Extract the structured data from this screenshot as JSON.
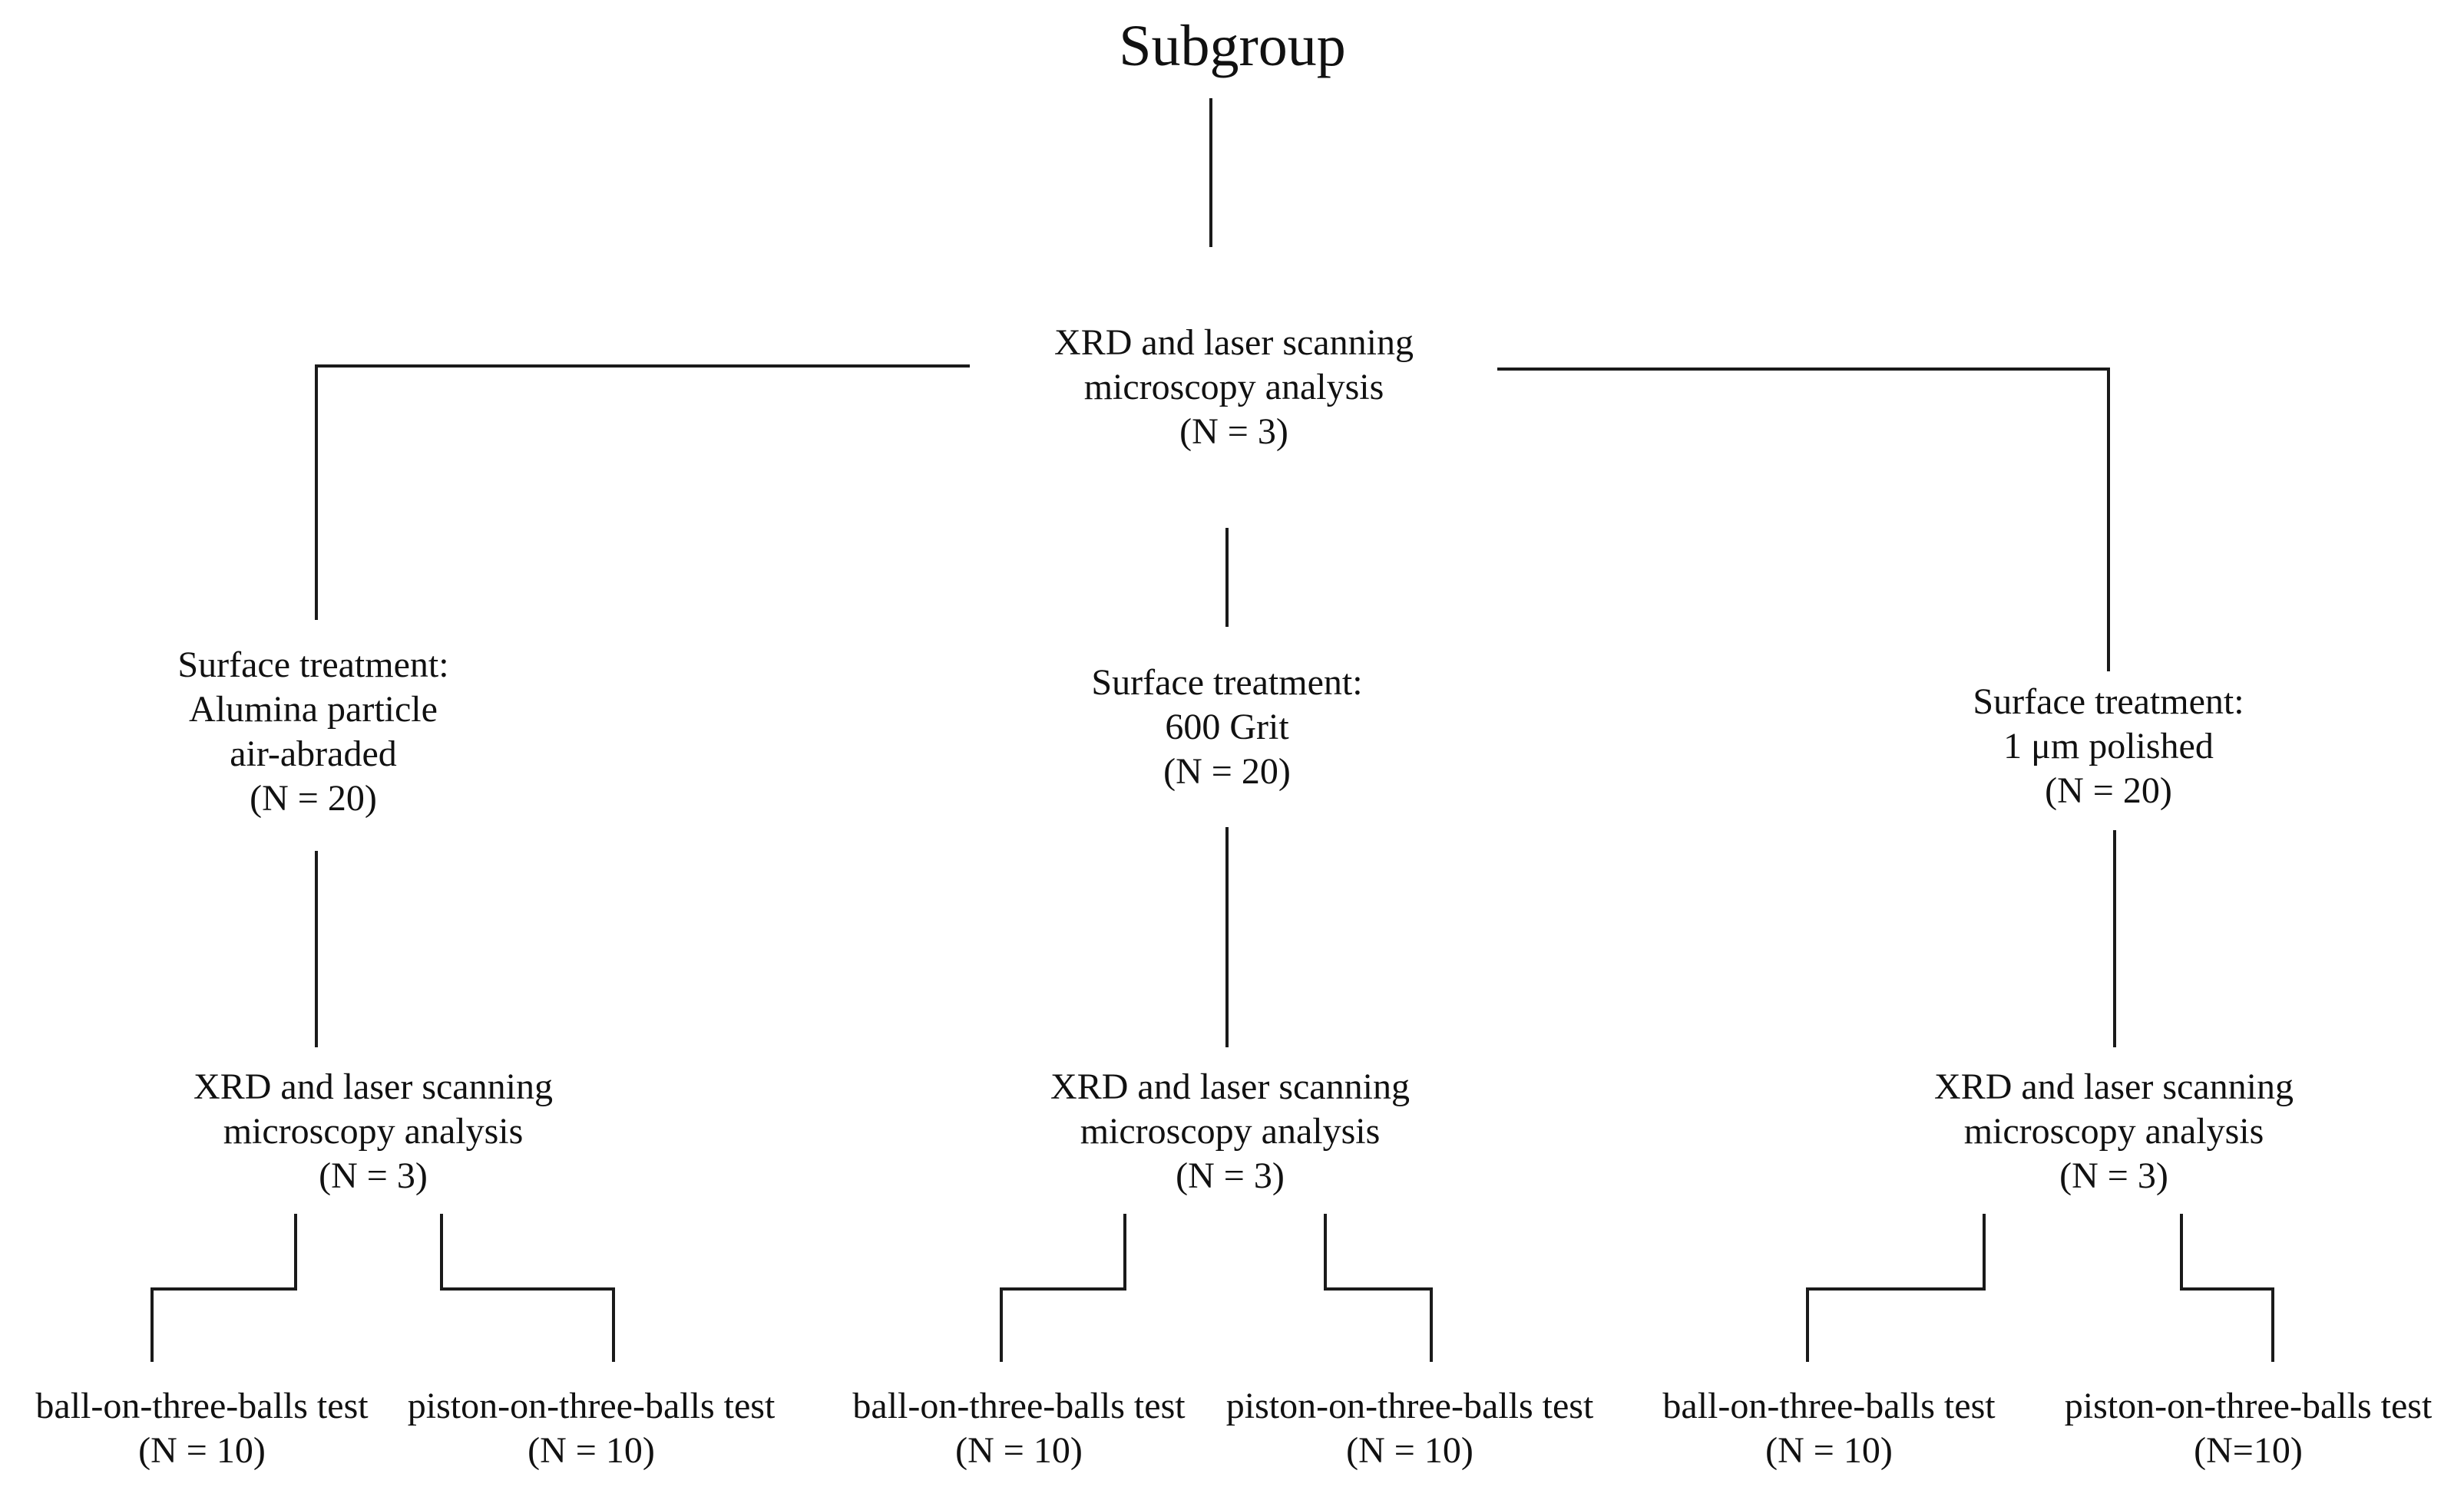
{
  "title": "Subgroup",
  "root_node": {
    "lines": [
      "XRD and laser scanning",
      "microscopy analysis",
      "(N = 3)"
    ]
  },
  "treatments": [
    {
      "lines": [
        "Surface treatment:",
        "Alumina particle",
        "air-abraded",
        "(N = 20)"
      ],
      "analysis": [
        "XRD and laser scanning",
        "microscopy analysis",
        "(N = 3)"
      ],
      "tests": [
        {
          "label": "ball-on-three-balls test",
          "n": "(N = 10)"
        },
        {
          "label": "piston-on-three-balls test",
          "n": "(N = 10)"
        }
      ]
    },
    {
      "lines": [
        "Surface treatment:",
        "600 Grit",
        "(N = 20)"
      ],
      "analysis": [
        "XRD and laser scanning",
        "microscopy analysis",
        "(N = 3)"
      ],
      "tests": [
        {
          "label": "ball-on-three-balls test",
          "n": "(N = 10)"
        },
        {
          "label": "piston-on-three-balls test",
          "n": "(N = 10)"
        }
      ]
    },
    {
      "lines": [
        "Surface treatment:",
        "1 μm polished",
        "(N = 20)"
      ],
      "analysis": [
        "XRD and laser scanning",
        "microscopy analysis",
        "(N = 3)"
      ],
      "tests": [
        {
          "label": "ball-on-three-balls test",
          "n": "(N = 10)"
        },
        {
          "label": "piston-on-three-balls test",
          "n": "(N=10)"
        }
      ]
    }
  ]
}
